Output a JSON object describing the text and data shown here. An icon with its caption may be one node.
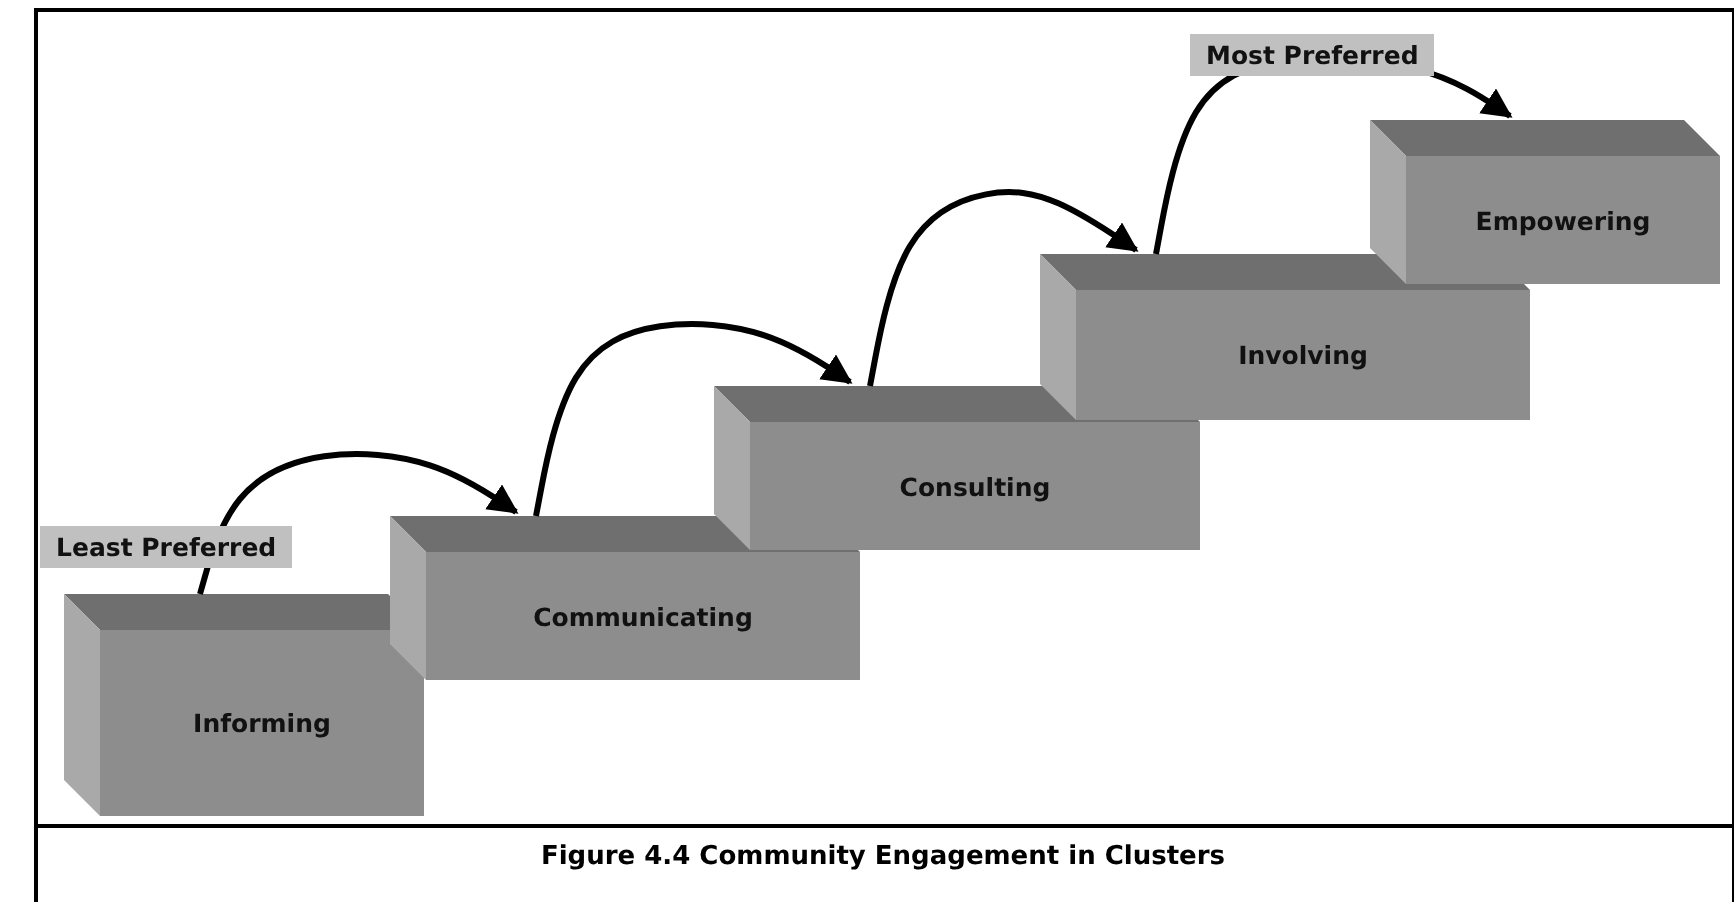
{
  "diagram": {
    "caption": "Figure 4.4 Community Engagement in Clusters",
    "nodes": [
      {
        "text": [
          "Informing"
        ]
      },
      {
        "text": [
          "Communicating"
        ]
      },
      {
        "text": [
          "Consulting"
        ]
      },
      {
        "text": [
          "Involving"
        ]
      },
      {
        "text": [
          "Empowering"
        ]
      }
    ],
    "edges": [
      {
        "from": 0,
        "to": 1,
        "arrow": "to"
      },
      {
        "from": 1,
        "to": 2,
        "arrow": "to"
      },
      {
        "from": 2,
        "to": 3,
        "arrow": "to"
      },
      {
        "from": 3,
        "to": 4,
        "arrow": "to"
      }
    ],
    "labels": [
      "Most Preferred",
      "Least Preferred"
    ]
  }
}
